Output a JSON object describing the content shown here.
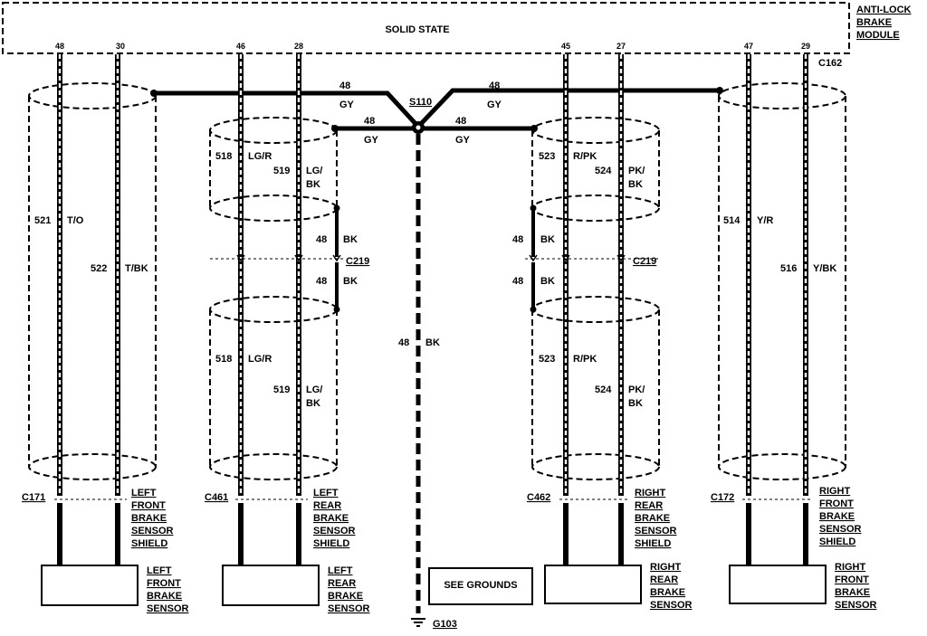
{
  "module": {
    "title": "SOLID STATE",
    "name_lines": [
      "ANTI-LOCK",
      "BRAKE",
      "MODULE"
    ],
    "pins": [
      "48",
      "30",
      "46",
      "28",
      "45",
      "27",
      "47",
      "29"
    ]
  },
  "splice": {
    "label": "S110"
  },
  "ground": {
    "label": "G103",
    "see_label": "SEE GROUNDS",
    "wire_num": "48",
    "wire_color": "BK"
  },
  "shield_wires": {
    "top_left_num": "48",
    "top_left_color": "GY",
    "top_right_num": "48",
    "top_right_color": "GY",
    "inner_left_num": "48",
    "inner_left_color": "GY",
    "inner_right_num": "48",
    "inner_right_color": "GY",
    "rear_left_upper_num": "48",
    "rear_left_upper_color": "BK",
    "rear_left_lower_num": "48",
    "rear_left_lower_color": "BK",
    "rear_right_upper_num": "48",
    "rear_right_upper_color": "BK",
    "rear_right_lower_num": "48",
    "rear_right_lower_color": "BK"
  },
  "connectors": {
    "c162": "C162",
    "c219_left": "C219",
    "c219_right": "C219",
    "c171": "C171",
    "c461": "C461",
    "c462": "C462",
    "c172": "C172"
  },
  "wires": {
    "lf_a_num": "521",
    "lf_a_color": "T/O",
    "lf_b_num": "522",
    "lf_b_color": "T/BK",
    "lr_a_num_upper": "518",
    "lr_a_color_upper": "LG/R",
    "lr_b_num_upper": "519",
    "lr_b_color_upper_1": "LG/",
    "lr_b_color_upper_2": "BK",
    "lr_a_num_lower": "518",
    "lr_a_color_lower": "LG/R",
    "lr_b_num_lower": "519",
    "lr_b_color_lower_1": "LG/",
    "lr_b_color_lower_2": "BK",
    "rr_a_num_upper": "523",
    "rr_a_color_upper": "R/PK",
    "rr_b_num_upper": "524",
    "rr_b_color_upper_1": "PK/",
    "rr_b_color_upper_2": "BK",
    "rr_a_num_lower": "523",
    "rr_a_color_lower": "R/PK",
    "rr_b_num_lower": "524",
    "rr_b_color_lower_1": "PK/",
    "rr_b_color_lower_2": "BK",
    "rf_a_num": "514",
    "rf_a_color": "Y/R",
    "rf_b_num": "516",
    "rf_b_color": "Y/BK"
  },
  "shields": {
    "lf": [
      "LEFT",
      "FRONT",
      "BRAKE",
      "SENSOR",
      "SHIELD"
    ],
    "lr": [
      "LEFT",
      "REAR",
      "BRAKE",
      "SENSOR",
      "SHIELD"
    ],
    "rr": [
      "RIGHT",
      "REAR",
      "BRAKE",
      "SENSOR",
      "SHIELD"
    ],
    "rf": [
      "RIGHT",
      "FRONT",
      "BRAKE",
      "SENSOR",
      "SHIELD"
    ]
  },
  "sensors": {
    "lf": [
      "LEFT",
      "FRONT",
      "BRAKE",
      "SENSOR"
    ],
    "lr": [
      "LEFT",
      "REAR",
      "BRAKE",
      "SENSOR"
    ],
    "rr": [
      "RIGHT",
      "REAR",
      "BRAKE",
      "SENSOR"
    ],
    "rf": [
      "RIGHT",
      "FRONT",
      "BRAKE",
      "SENSOR"
    ]
  }
}
